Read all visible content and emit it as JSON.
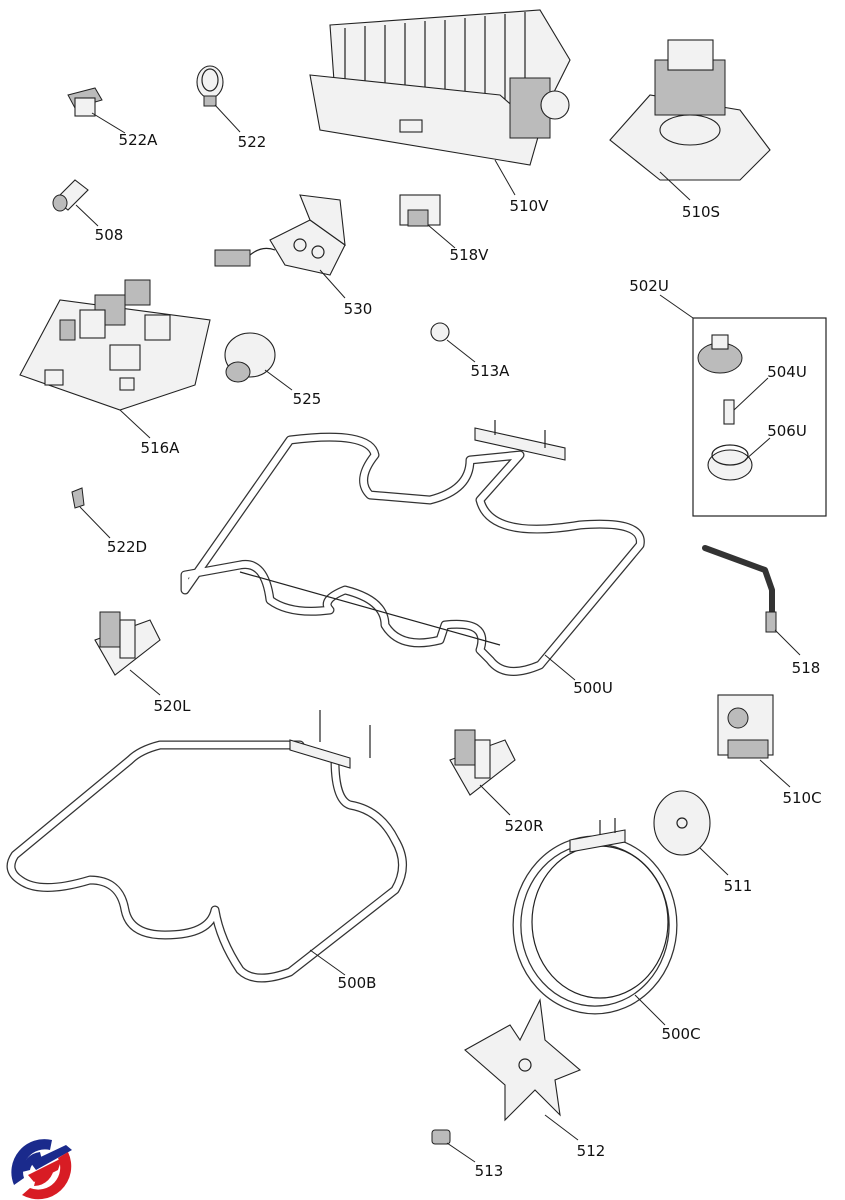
{
  "labels": {
    "p522A": "522A",
    "p522": "522",
    "p510V": "510V",
    "p510S": "510S",
    "p508": "508",
    "p518V": "518V",
    "p530": "530",
    "p502U": "502U",
    "p513A": "513A",
    "p504U": "504U",
    "p525": "525",
    "p516A": "516A",
    "p506U": "506U",
    "p522D": "522D",
    "p500U": "500U",
    "p518": "518",
    "p520L": "520L",
    "p510C": "510C",
    "p520R": "520R",
    "p511": "511",
    "p500B": "500B",
    "p500C": "500C",
    "p512": "512",
    "p513": "513"
  },
  "logo": {
    "colors": [
      "#1a2a8c",
      "#d81c24"
    ]
  }
}
